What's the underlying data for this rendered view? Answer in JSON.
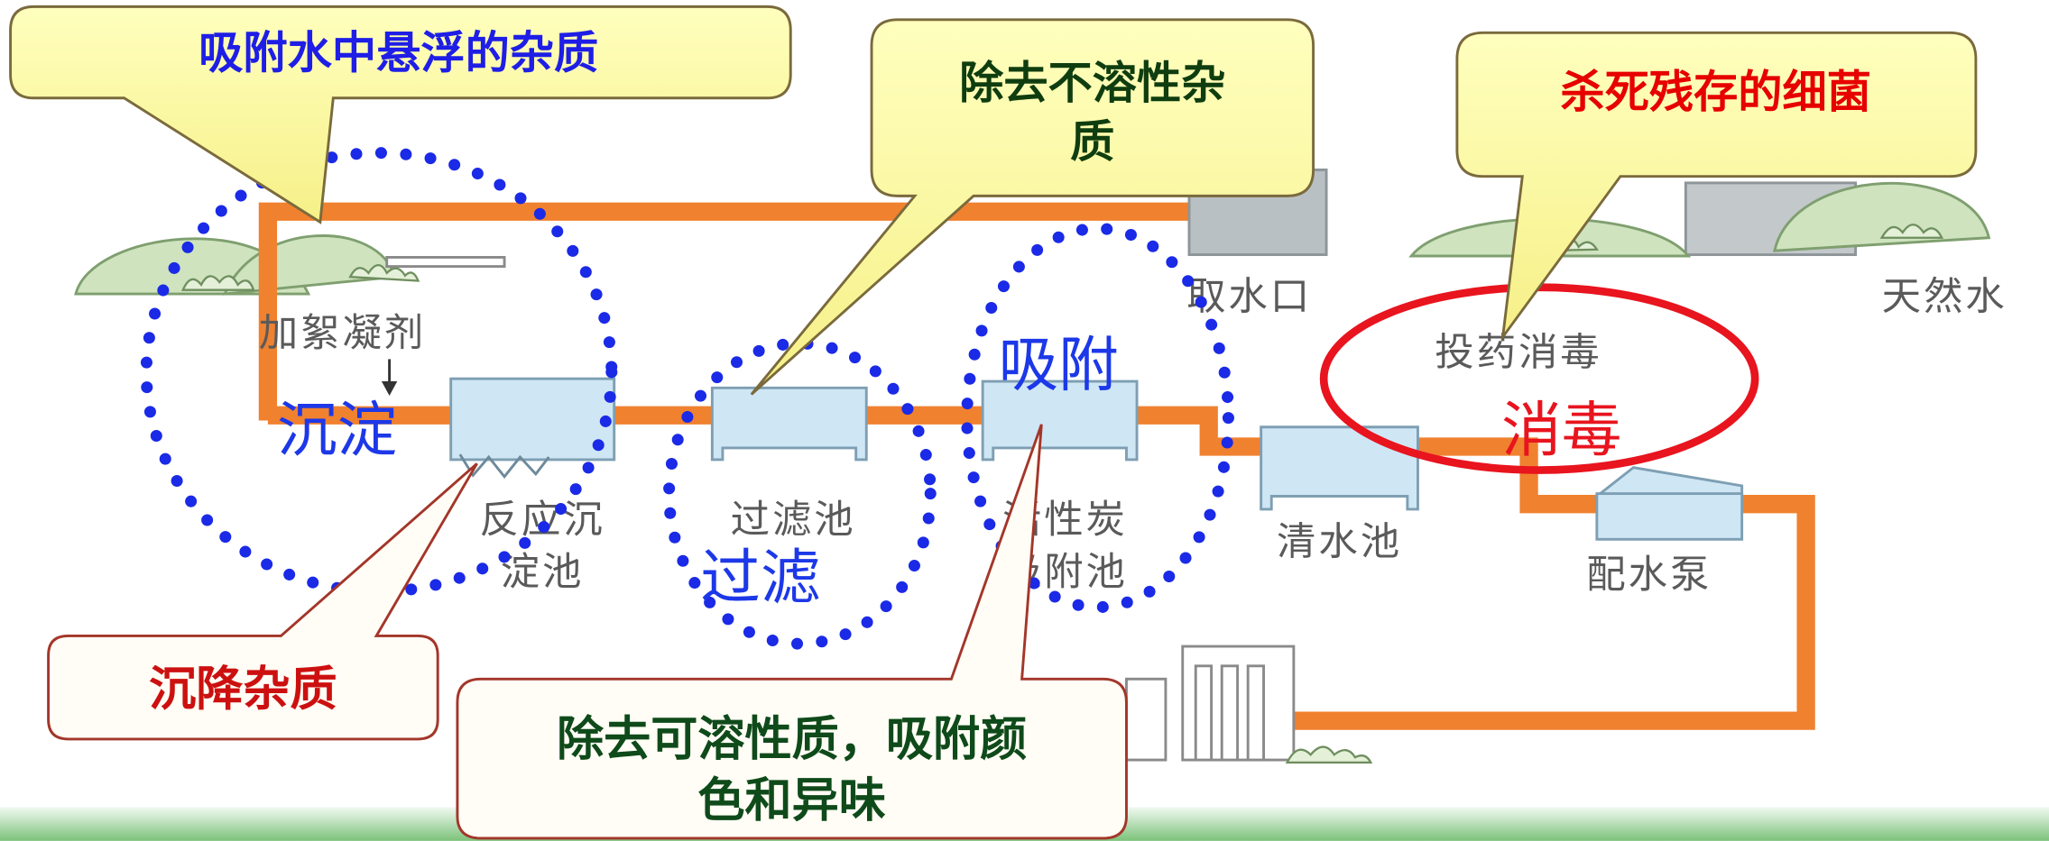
{
  "callouts": {
    "adsorb_suspended": "吸附水中悬浮的杂质",
    "remove_insoluble": [
      "除去不溶性杂",
      "质"
    ],
    "kill_bacteria": "杀死残存的细菌",
    "settle_impurities": "沉降杂质",
    "remove_soluble": [
      "除去可溶性质，吸附颜",
      "色和异味"
    ]
  },
  "stages": {
    "sedimentation": "沉淀",
    "filtration": "过滤",
    "adsorption": "吸附",
    "disinfection": "消毒"
  },
  "labels": {
    "add_coagulant": "加絮凝剂",
    "reaction_tank": [
      "反应沉",
      "淀池"
    ],
    "filter_tank": "过滤池",
    "carbon_tank": [
      "活性炭",
      "吸附池"
    ],
    "intake": "取水口",
    "natural_water": "天然水",
    "dosing": "投药消毒",
    "clear_water_tank": "清水池",
    "pump": "配水泵"
  },
  "colors": {
    "pipe": "#f0812f",
    "stage_circle": "#1a2ae6",
    "disinfection_ring": "#e8141e",
    "callout_yellow": "#ffffa8",
    "callout_border_red": "#a3362a"
  }
}
